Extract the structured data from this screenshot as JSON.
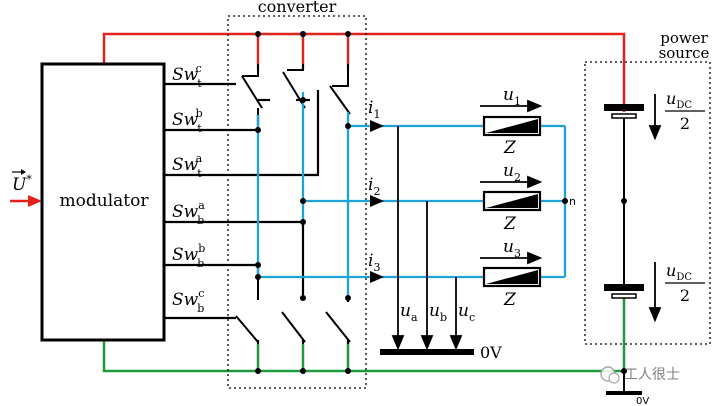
{
  "labels": {
    "converter": "converter",
    "power_source_line1": "power",
    "power_source_line2": "source",
    "modulator": "modulator",
    "ref_voltage": "U",
    "ref_voltage_sup": "*",
    "zero_volt_rail": "0V",
    "ground": "0V",
    "neutral": "n",
    "watermark": "工人很士"
  },
  "switch_signals": [
    {
      "base": "Sw",
      "sub": "t",
      "sup": "c"
    },
    {
      "base": "Sw",
      "sub": "t",
      "sup": "b"
    },
    {
      "base": "Sw",
      "sub": "t",
      "sup": "a"
    },
    {
      "base": "Sw",
      "sub": "b",
      "sup": "a"
    },
    {
      "base": "Sw",
      "sub": "b",
      "sup": "b"
    },
    {
      "base": "Sw",
      "sub": "b",
      "sup": "c"
    }
  ],
  "currents": [
    {
      "base": "i",
      "sub": "1"
    },
    {
      "base": "i",
      "sub": "2"
    },
    {
      "base": "i",
      "sub": "3"
    }
  ],
  "load_voltages": [
    {
      "base": "u",
      "sub": "1"
    },
    {
      "base": "u",
      "sub": "2"
    },
    {
      "base": "u",
      "sub": "3"
    }
  ],
  "impedance": "Z",
  "phase_voltages": [
    {
      "base": "u",
      "sub": "a"
    },
    {
      "base": "u",
      "sub": "b"
    },
    {
      "base": "u",
      "sub": "c"
    }
  ],
  "dc_voltage": {
    "base": "u",
    "sub": "DC",
    "denominator": "2"
  },
  "colors": {
    "positive_rail": "#e3221b",
    "negative_rail": "#1f9a3a",
    "phase_lines": "#1ea3d8",
    "wiring": "#000000"
  }
}
